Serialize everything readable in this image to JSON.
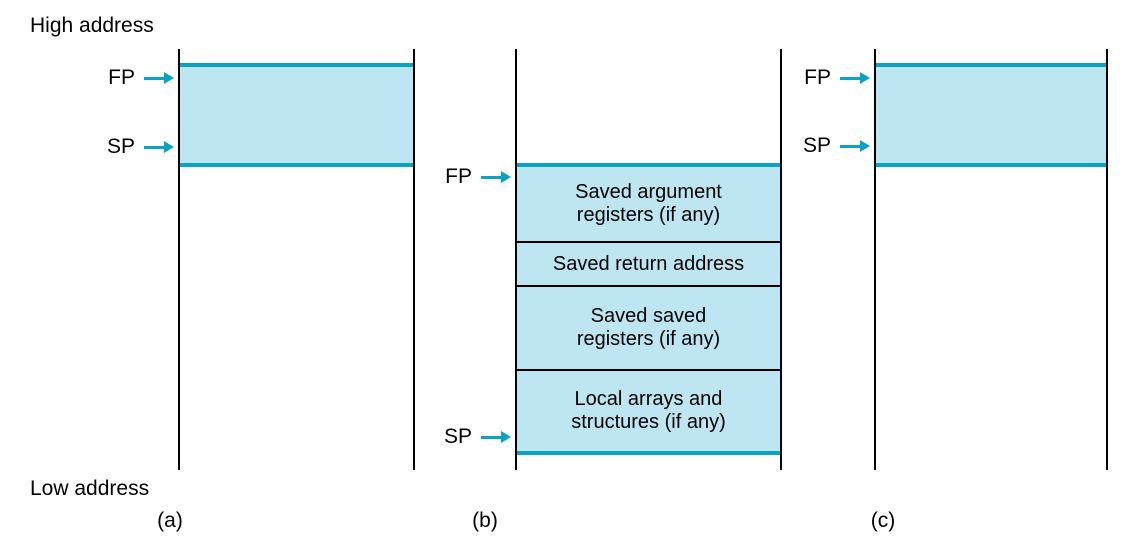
{
  "colors": {
    "accent_teal": "#0aa3c2",
    "region_fill": "#bde6f2",
    "line_black": "#000000"
  },
  "labels": {
    "high_address": "High address",
    "low_address": "Low address",
    "fp": "FP",
    "sp": "SP"
  },
  "captions": {
    "a": "(a)",
    "b": "(b)",
    "c": "(c)"
  },
  "frame": {
    "segments": [
      {
        "label": "Saved argument\nregisters (if any)"
      },
      {
        "label": "Saved return address"
      },
      {
        "label": "Saved saved\nregisters (if any)"
      },
      {
        "label": "Local arrays and\nstructures (if any)"
      }
    ]
  }
}
